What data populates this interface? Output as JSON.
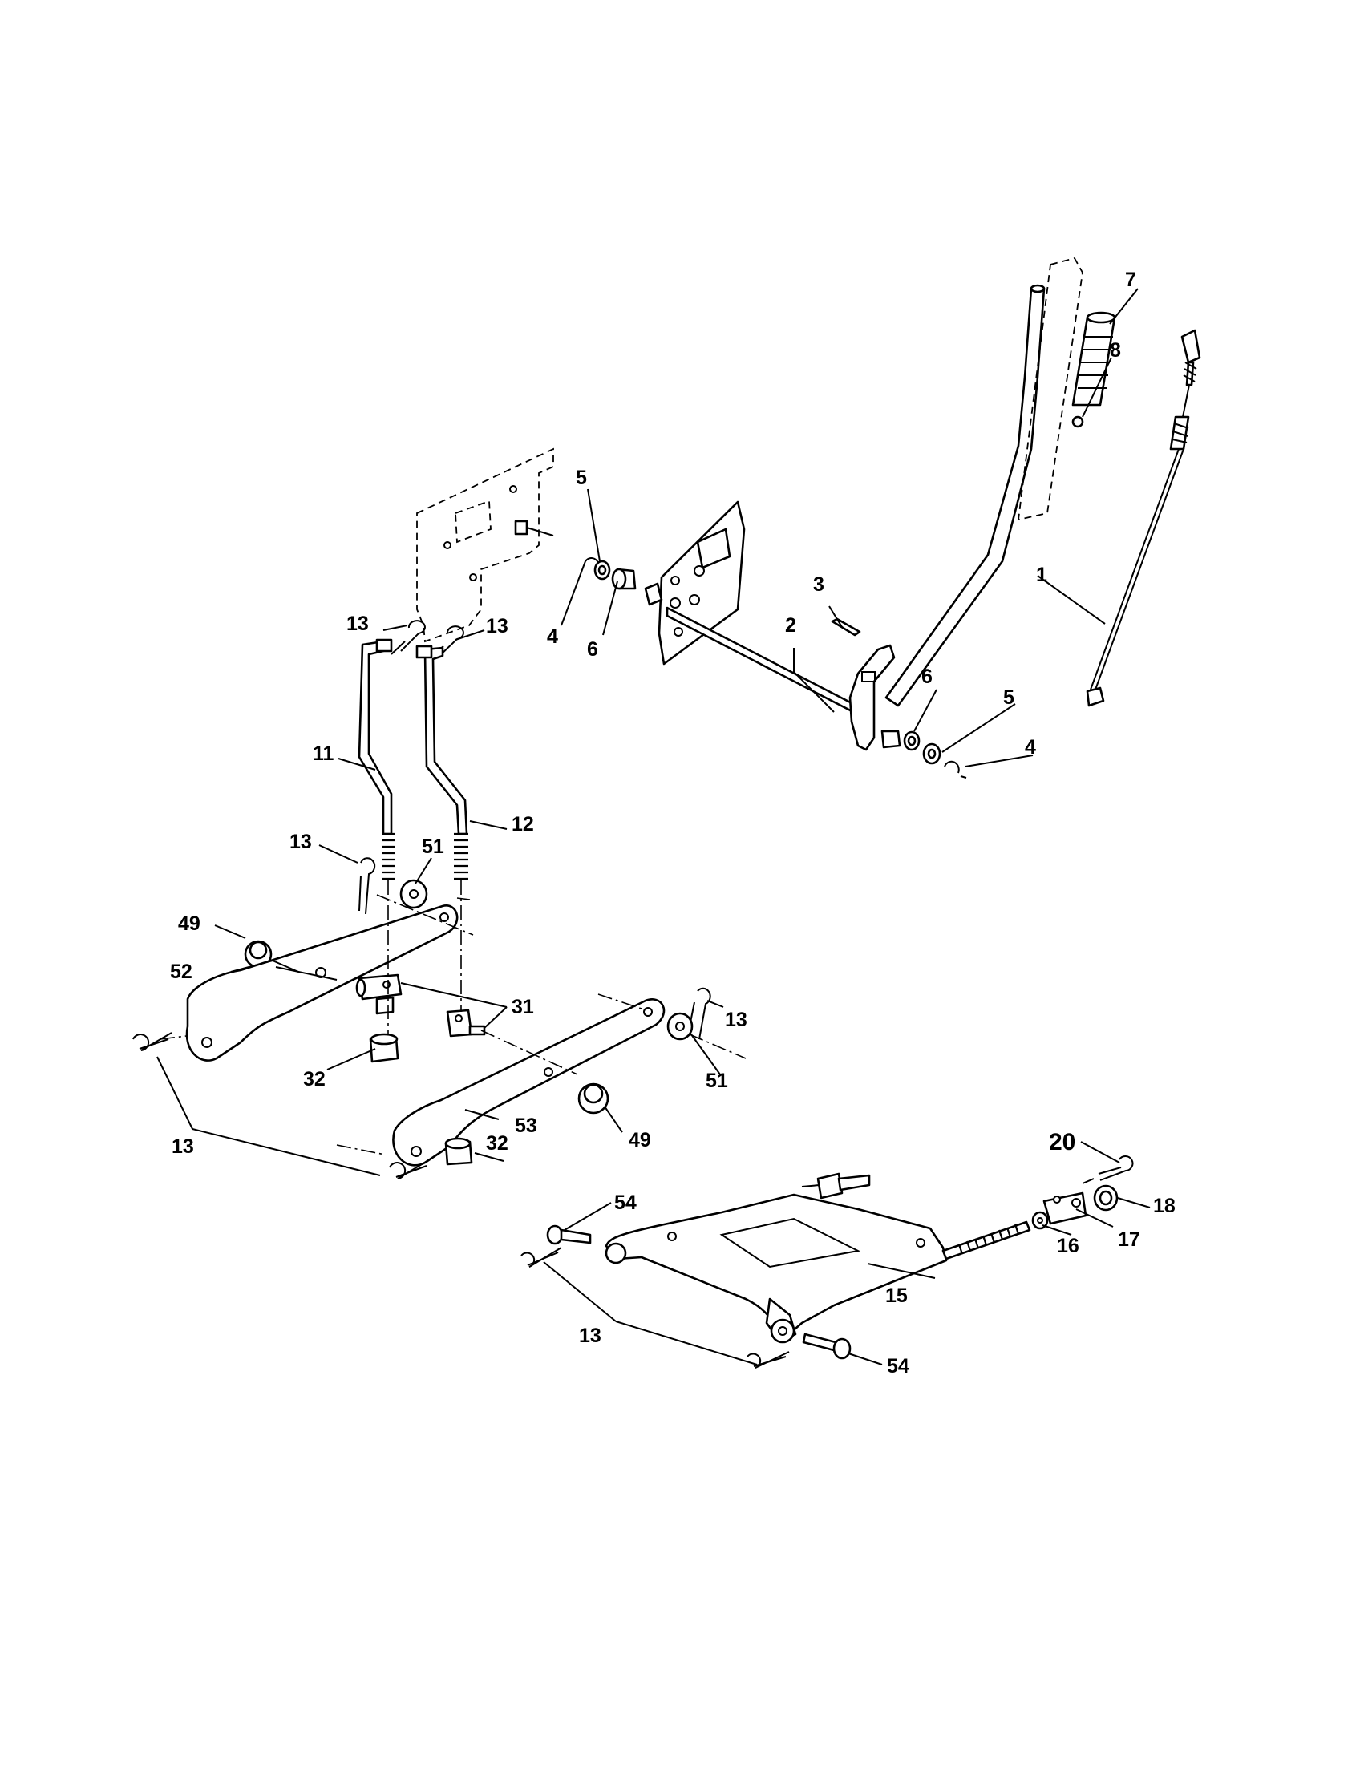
{
  "diagram": {
    "callouts": {
      "c1": "1",
      "c2": "2",
      "c3": "3",
      "c4a": "4",
      "c4b": "4",
      "c5a": "5",
      "c5b": "5",
      "c6a": "6",
      "c6b": "6",
      "c7": "7",
      "c8": "8",
      "c11": "11",
      "c12": "12",
      "c13a": "13",
      "c13b": "13",
      "c13c": "13",
      "c13d": "13",
      "c13e": "13",
      "c13f": "13",
      "c15": "15",
      "c16": "16",
      "c17": "17",
      "c18": "18",
      "c20": "20",
      "c31": "31",
      "c32a": "32",
      "c32b": "32",
      "c49a": "49",
      "c49b": "49",
      "c51a": "51",
      "c51b": "51",
      "c52": "52",
      "c53": "53",
      "c54a": "54",
      "c54b": "54"
    }
  }
}
